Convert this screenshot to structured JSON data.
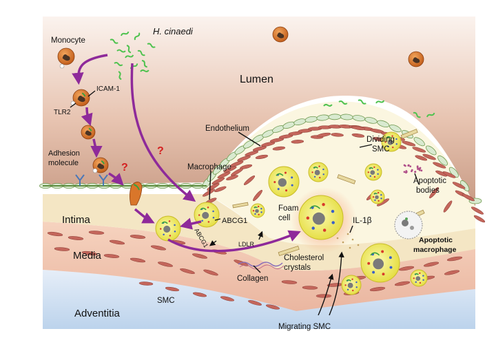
{
  "labels": {
    "monocyte": "Monocyte",
    "h_cinaedi": "H. cinaedi",
    "lumen": "Lumen",
    "icam1": "ICAM-1",
    "tlr2": "TLR2",
    "adhesion_1": "Adhesion",
    "adhesion_2": "molecule",
    "endothelium": "Endothelium",
    "dividing_1": "Dividing",
    "dividing_2": "SMC",
    "macrophage": "Macrophage",
    "apoptotic_bodies_1": "Apoptotic",
    "apoptotic_bodies_2": "bodies",
    "foam_1": "Foam",
    "foam_2": "cell",
    "abcg1_right": "ABCG1",
    "abcg1_left": "ABCG1",
    "intima": "Intima",
    "il1b": "IL-1β",
    "ldlr": "LDLR",
    "apoptotic_mac_1": "Apoptotic",
    "apoptotic_mac_2": "macrophage",
    "media": "Media",
    "cholesterol_1": "Cholesterol",
    "cholesterol_2": "crystals",
    "collagen": "Collagen",
    "smc": "SMC",
    "adventitia": "Adventitia",
    "migrating_smc": "Migrating SMC",
    "question_1": "?",
    "question_2": "?"
  },
  "colors": {
    "lumen_top": "#f3ddd0",
    "lumen_bottom": "#c99a80",
    "plaque": "#fbf7e4",
    "intima": "#f4e7c6",
    "media": "#f0c4ae",
    "adventitia": "#cfe0f1",
    "arrow_purple": "#8e2a9a",
    "monocyte_orange": "#d9762a",
    "foam_yellow": "#f3ef6a",
    "endothelial_green": "#cfe3bd",
    "smc_red": "#b8574f",
    "question_red": "#d42020"
  }
}
